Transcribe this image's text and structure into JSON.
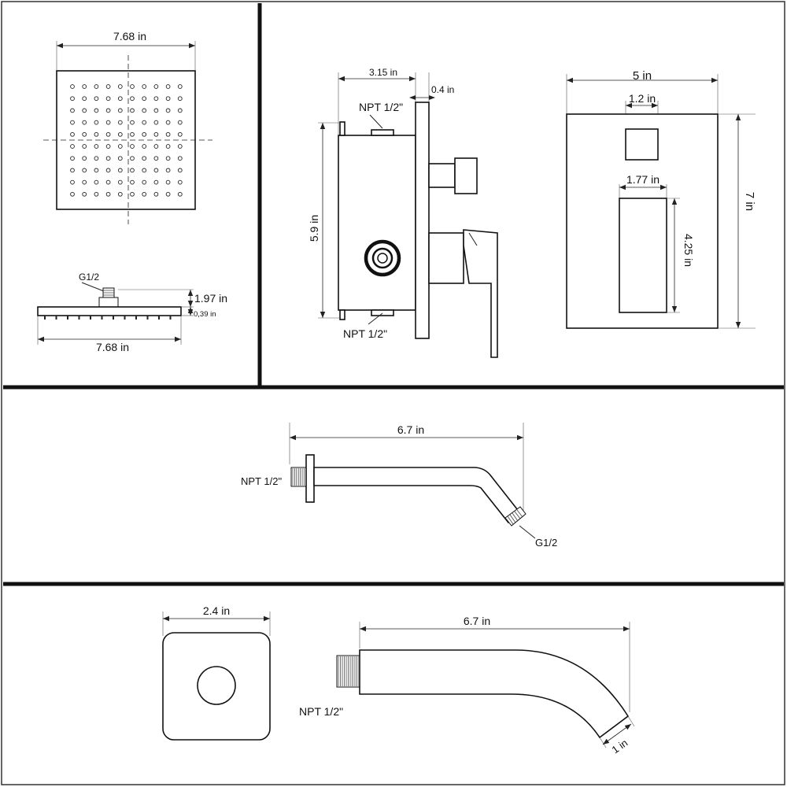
{
  "panels": {
    "shower_head": {
      "top_width": "7.68 in",
      "connector": "G1/2",
      "height": "1.97 in",
      "plate_thickness": "0,39 in",
      "side_width": "7.68 in"
    },
    "valve_side": {
      "depth": "3.15 in",
      "plate": "0.4 in",
      "top_port": "NPT 1/2\"",
      "height": "5.9 in",
      "bottom_port": "NPT 1/2\""
    },
    "trim_plate": {
      "width": "5 in",
      "knob_width": "1.2 in",
      "handle_width": "1.77 in",
      "height": "7 in",
      "handle_height": "4.25 in"
    },
    "shower_arm": {
      "length": "6.7 in",
      "inlet": "NPT 1/2\"",
      "outlet": "G1/2"
    },
    "tub_spout": {
      "flange_width": "2.4 in",
      "length": "6.7 in",
      "inlet": "NPT 1/2\"",
      "outlet_diameter": "1 in"
    }
  }
}
